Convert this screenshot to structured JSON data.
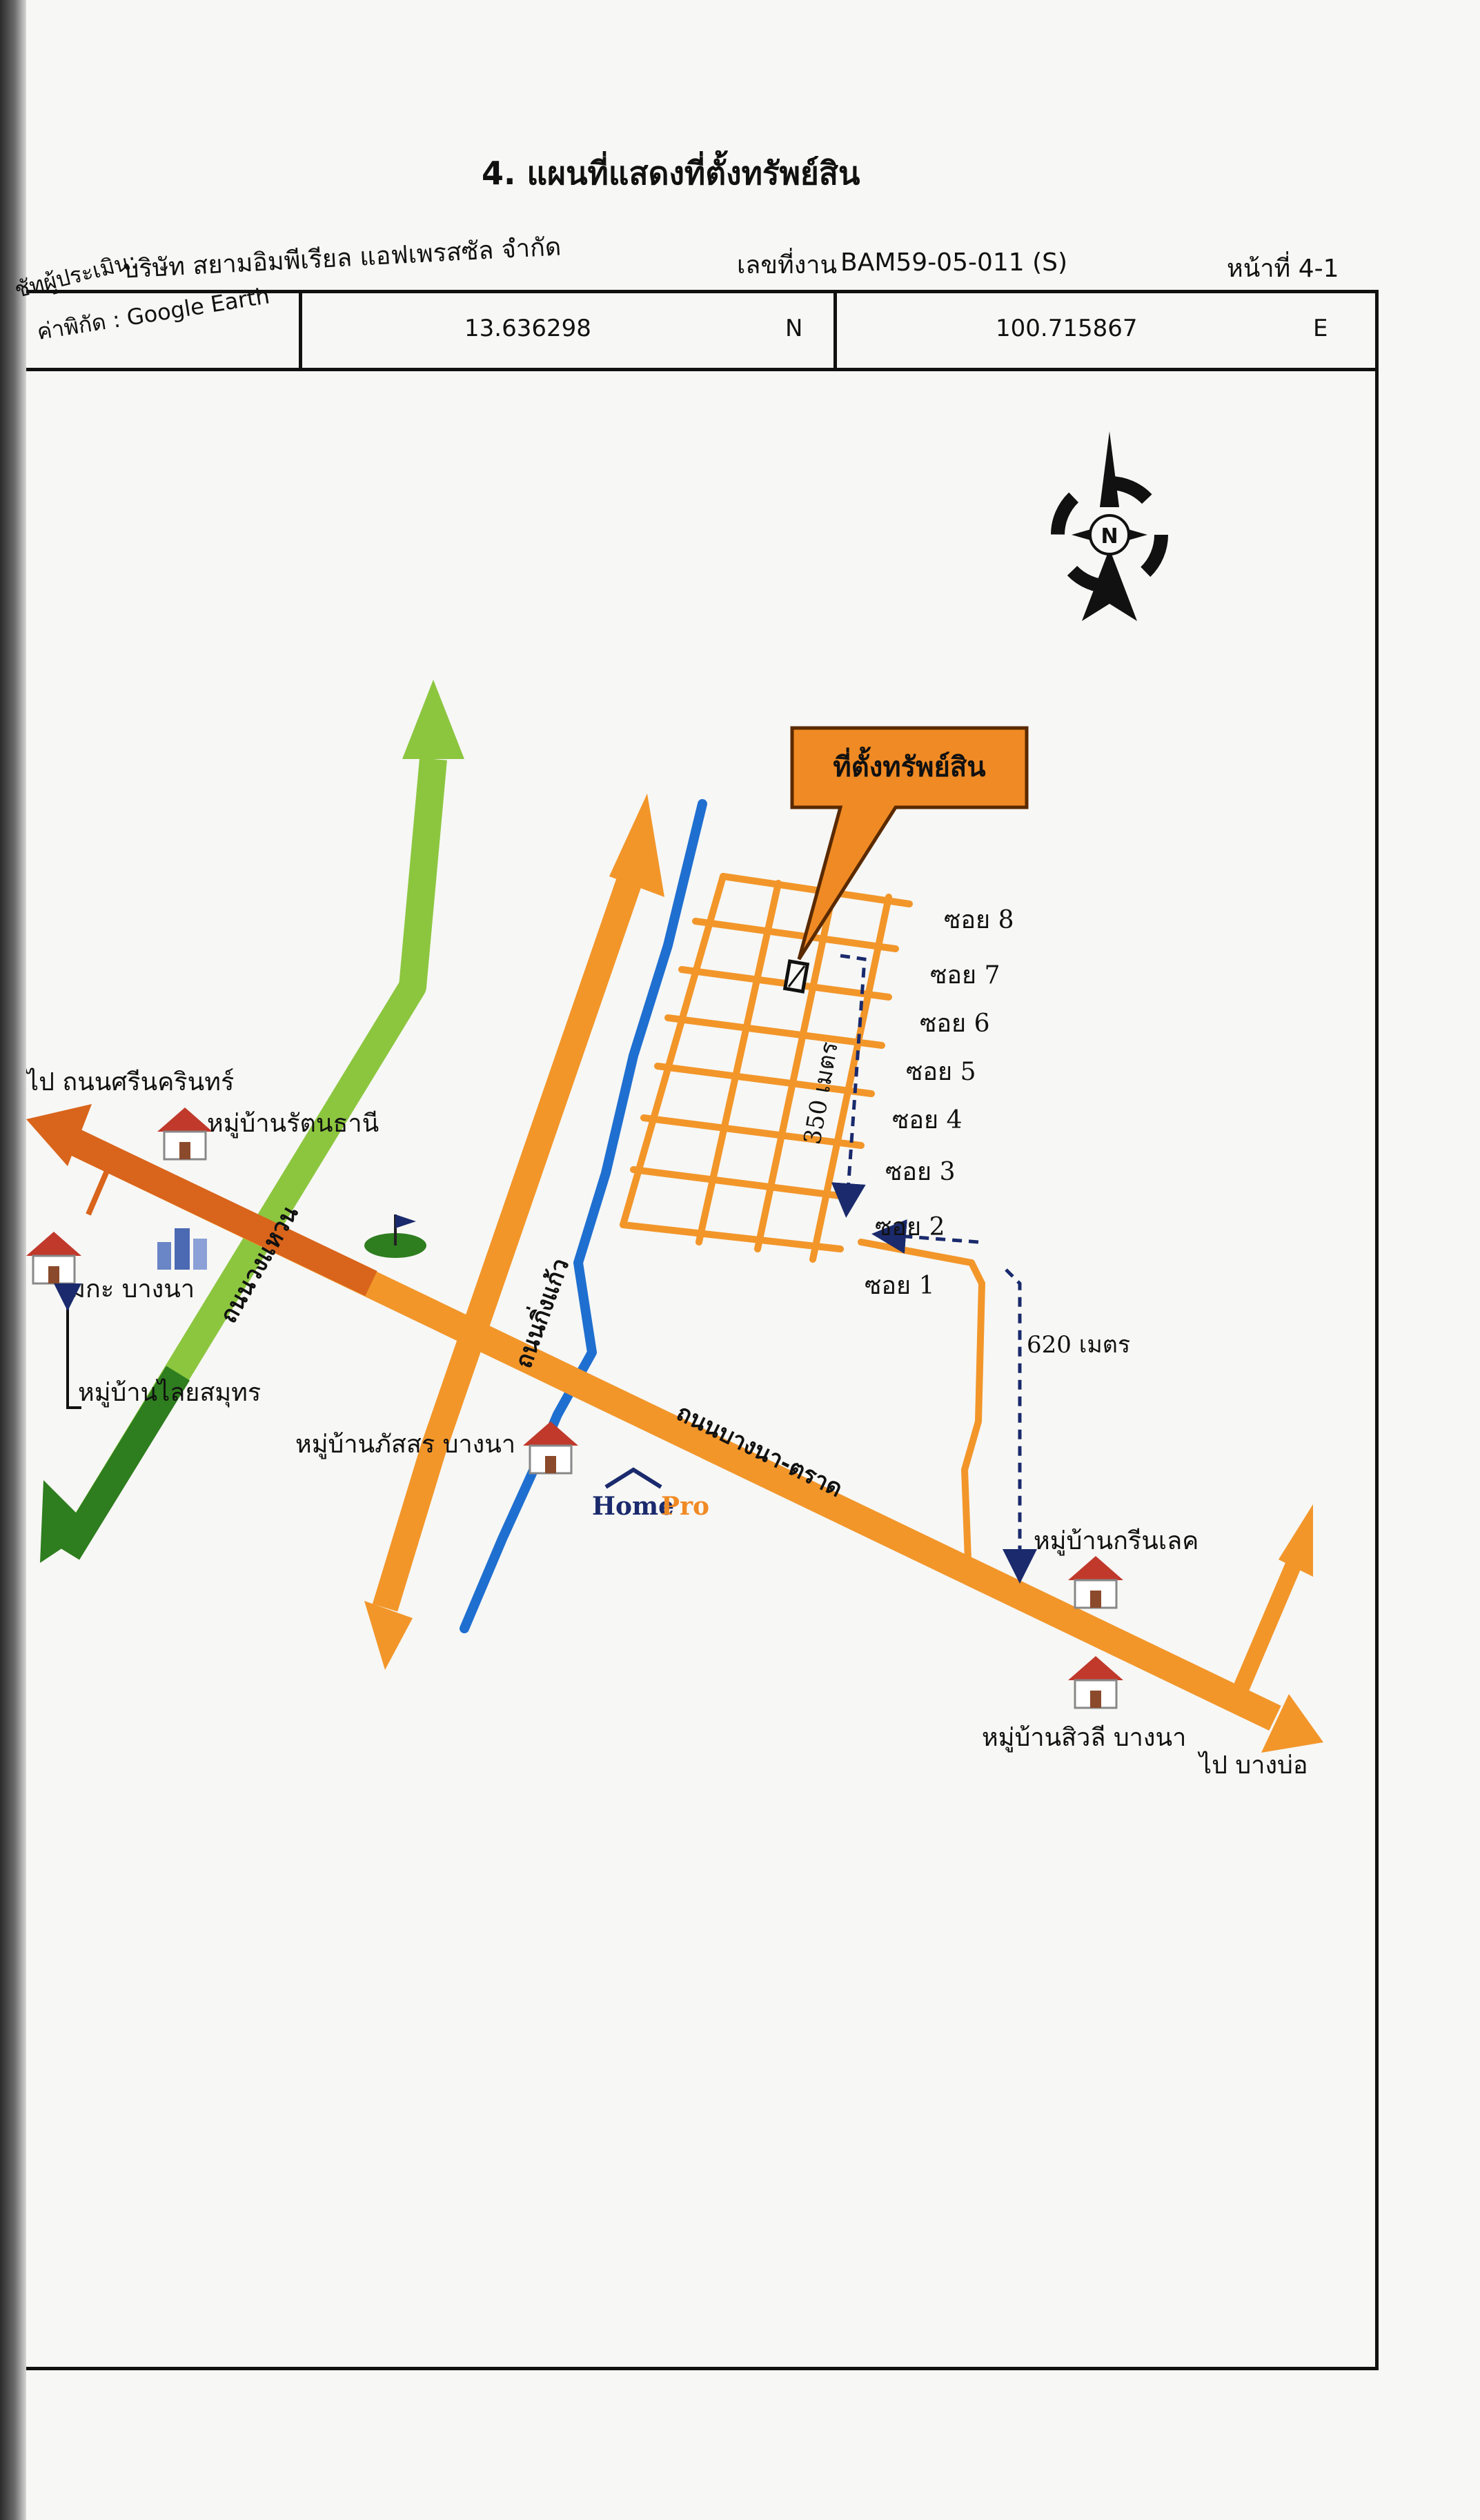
{
  "title": "4. แผนที่แสดงที่ตั้งทรัพย์สิน",
  "header": {
    "valuer_label": "ชัทผู้ประเมิน:",
    "valuer_name": "บริษัท สยามอิมพีเรียล แอฟเพรสซัล จำกัด",
    "job_label": "เลขที่งาน",
    "job_no": "BAM59-05-011 (S)",
    "page_label": "หน้าที่ 4-1"
  },
  "coordinates": {
    "label": "ค่าพิกัด : Google Earth",
    "lat": "13.636298",
    "lat_dir": "N",
    "lon": "100.715867",
    "lon_dir": "E"
  },
  "compass": {
    "letter": "N",
    "icon": "north-arrow-icon"
  },
  "map": {
    "callout": "ที่ตั้งทรัพย์สิน",
    "sois": [
      "ซอย 8",
      "ซอย 7",
      "ซอย 6",
      "ซอย 5",
      "ซอย 4",
      "ซอย 3",
      "ซอย 2",
      "ซอย 1"
    ],
    "distance_1": "350 เมตร",
    "distance_2": "620 เมตร",
    "road_main": "ถนนบางนา-ตราด",
    "road_kingkaew": "ถนนกิ่งแก้ว",
    "road_wongwaen": "ถนนวงแหวน",
    "to_srinakarin": "ไป ถนนศรีนครินทร์",
    "to_bangbo": "ไป บางบ่อ",
    "places": {
      "rattanathani": "หมู่บ้านรัตนธานี",
      "mega": "เมกะ บางนา",
      "laisamut": "หมู่บ้านไลยสมุทร",
      "passorn": "หมู่บ้านภัสสร บางนา",
      "greenlake": "หมู่บ้านกรีนเลค",
      "siwalee": "หมู่บ้านสิวลี บางนา",
      "homepro_a": "Home",
      "homepro_b": "Pro"
    }
  },
  "colors": {
    "orange": "#f2962a",
    "orange_dark": "#d9641b",
    "green": "#8cc63f",
    "green_dark": "#2e7d1f",
    "blue": "#1f6fd0",
    "callout": "#f08a24",
    "navy": "#1a2a6c"
  }
}
